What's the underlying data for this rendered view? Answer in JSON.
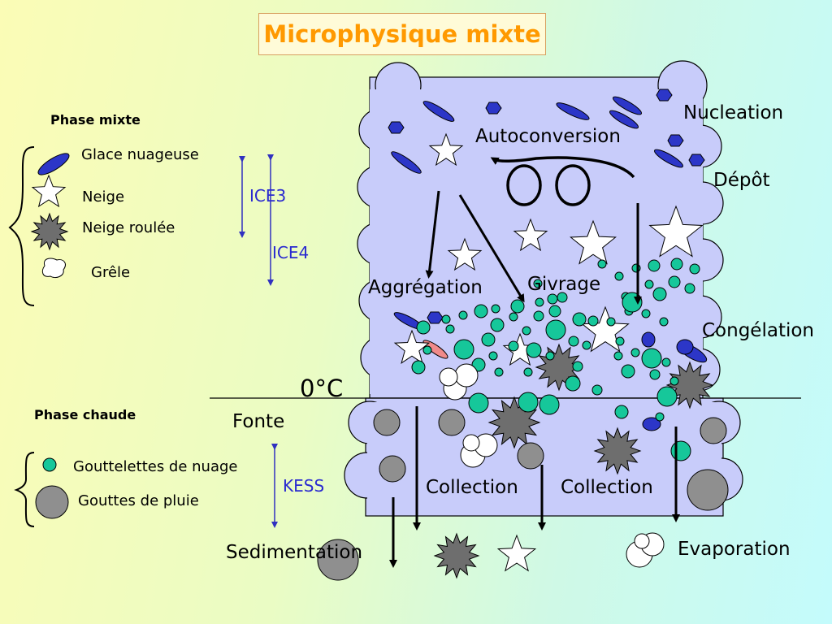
{
  "title": "Microphysique mixte",
  "mixed_phase": {
    "heading": "Phase mixte",
    "legend": {
      "cloud_ice": "Glace nuageuse",
      "snow": "Neige",
      "graupel": "Neige roulée",
      "hail": "Grêle"
    },
    "schemes": {
      "ice3": "ICE3",
      "ice4": "ICE4"
    }
  },
  "warm_phase": {
    "heading": "Phase chaude",
    "legend": {
      "cloud_droplets": "Gouttelettes de nuage",
      "rain_drops": "Gouttes de pluie"
    },
    "scheme": "KESS"
  },
  "processes": {
    "nucleation": "Nucleation",
    "deposition": "Dépôt",
    "autoconversion": "Autoconversion",
    "aggregation": "Aggrégation",
    "riming": "Givrage",
    "freezing": "Congélation",
    "zero_c": "0°C",
    "melting": "Fonte",
    "collection_left": "Collection",
    "collection_right": "Collection",
    "sedimentation": "Sedimentation",
    "evaporation": "Evaporation"
  },
  "colors": {
    "cloud": "#c8ccfa",
    "cloud_ice": "#2c36c8",
    "droplet": "#16c79a",
    "rain": "#8f8f8f",
    "graupel": "#6e6e6e",
    "title": "#ff9900",
    "scheme": "#2a2ad0"
  }
}
